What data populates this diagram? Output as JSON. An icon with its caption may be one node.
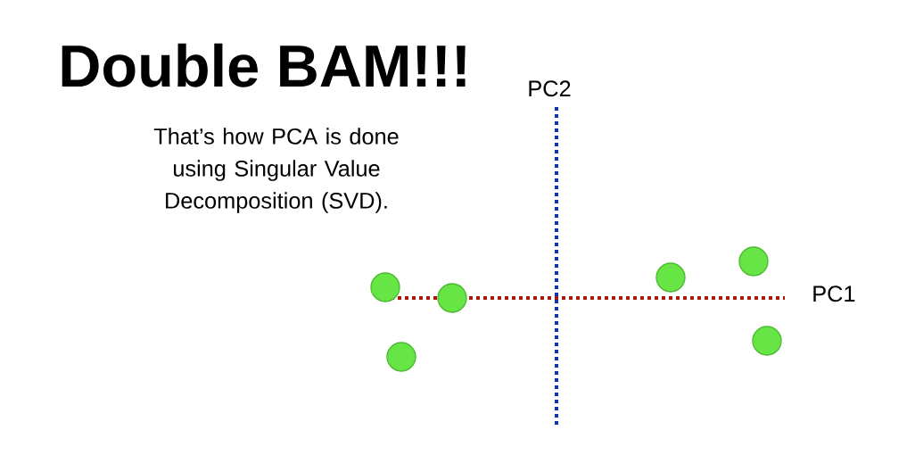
{
  "diagram": {
    "title": "Double BAM!!!",
    "labels": [
      "That’s how PCA is done using Singular Value Decomposition (SVD).",
      "PC2",
      "PC1"
    ]
  }
}
